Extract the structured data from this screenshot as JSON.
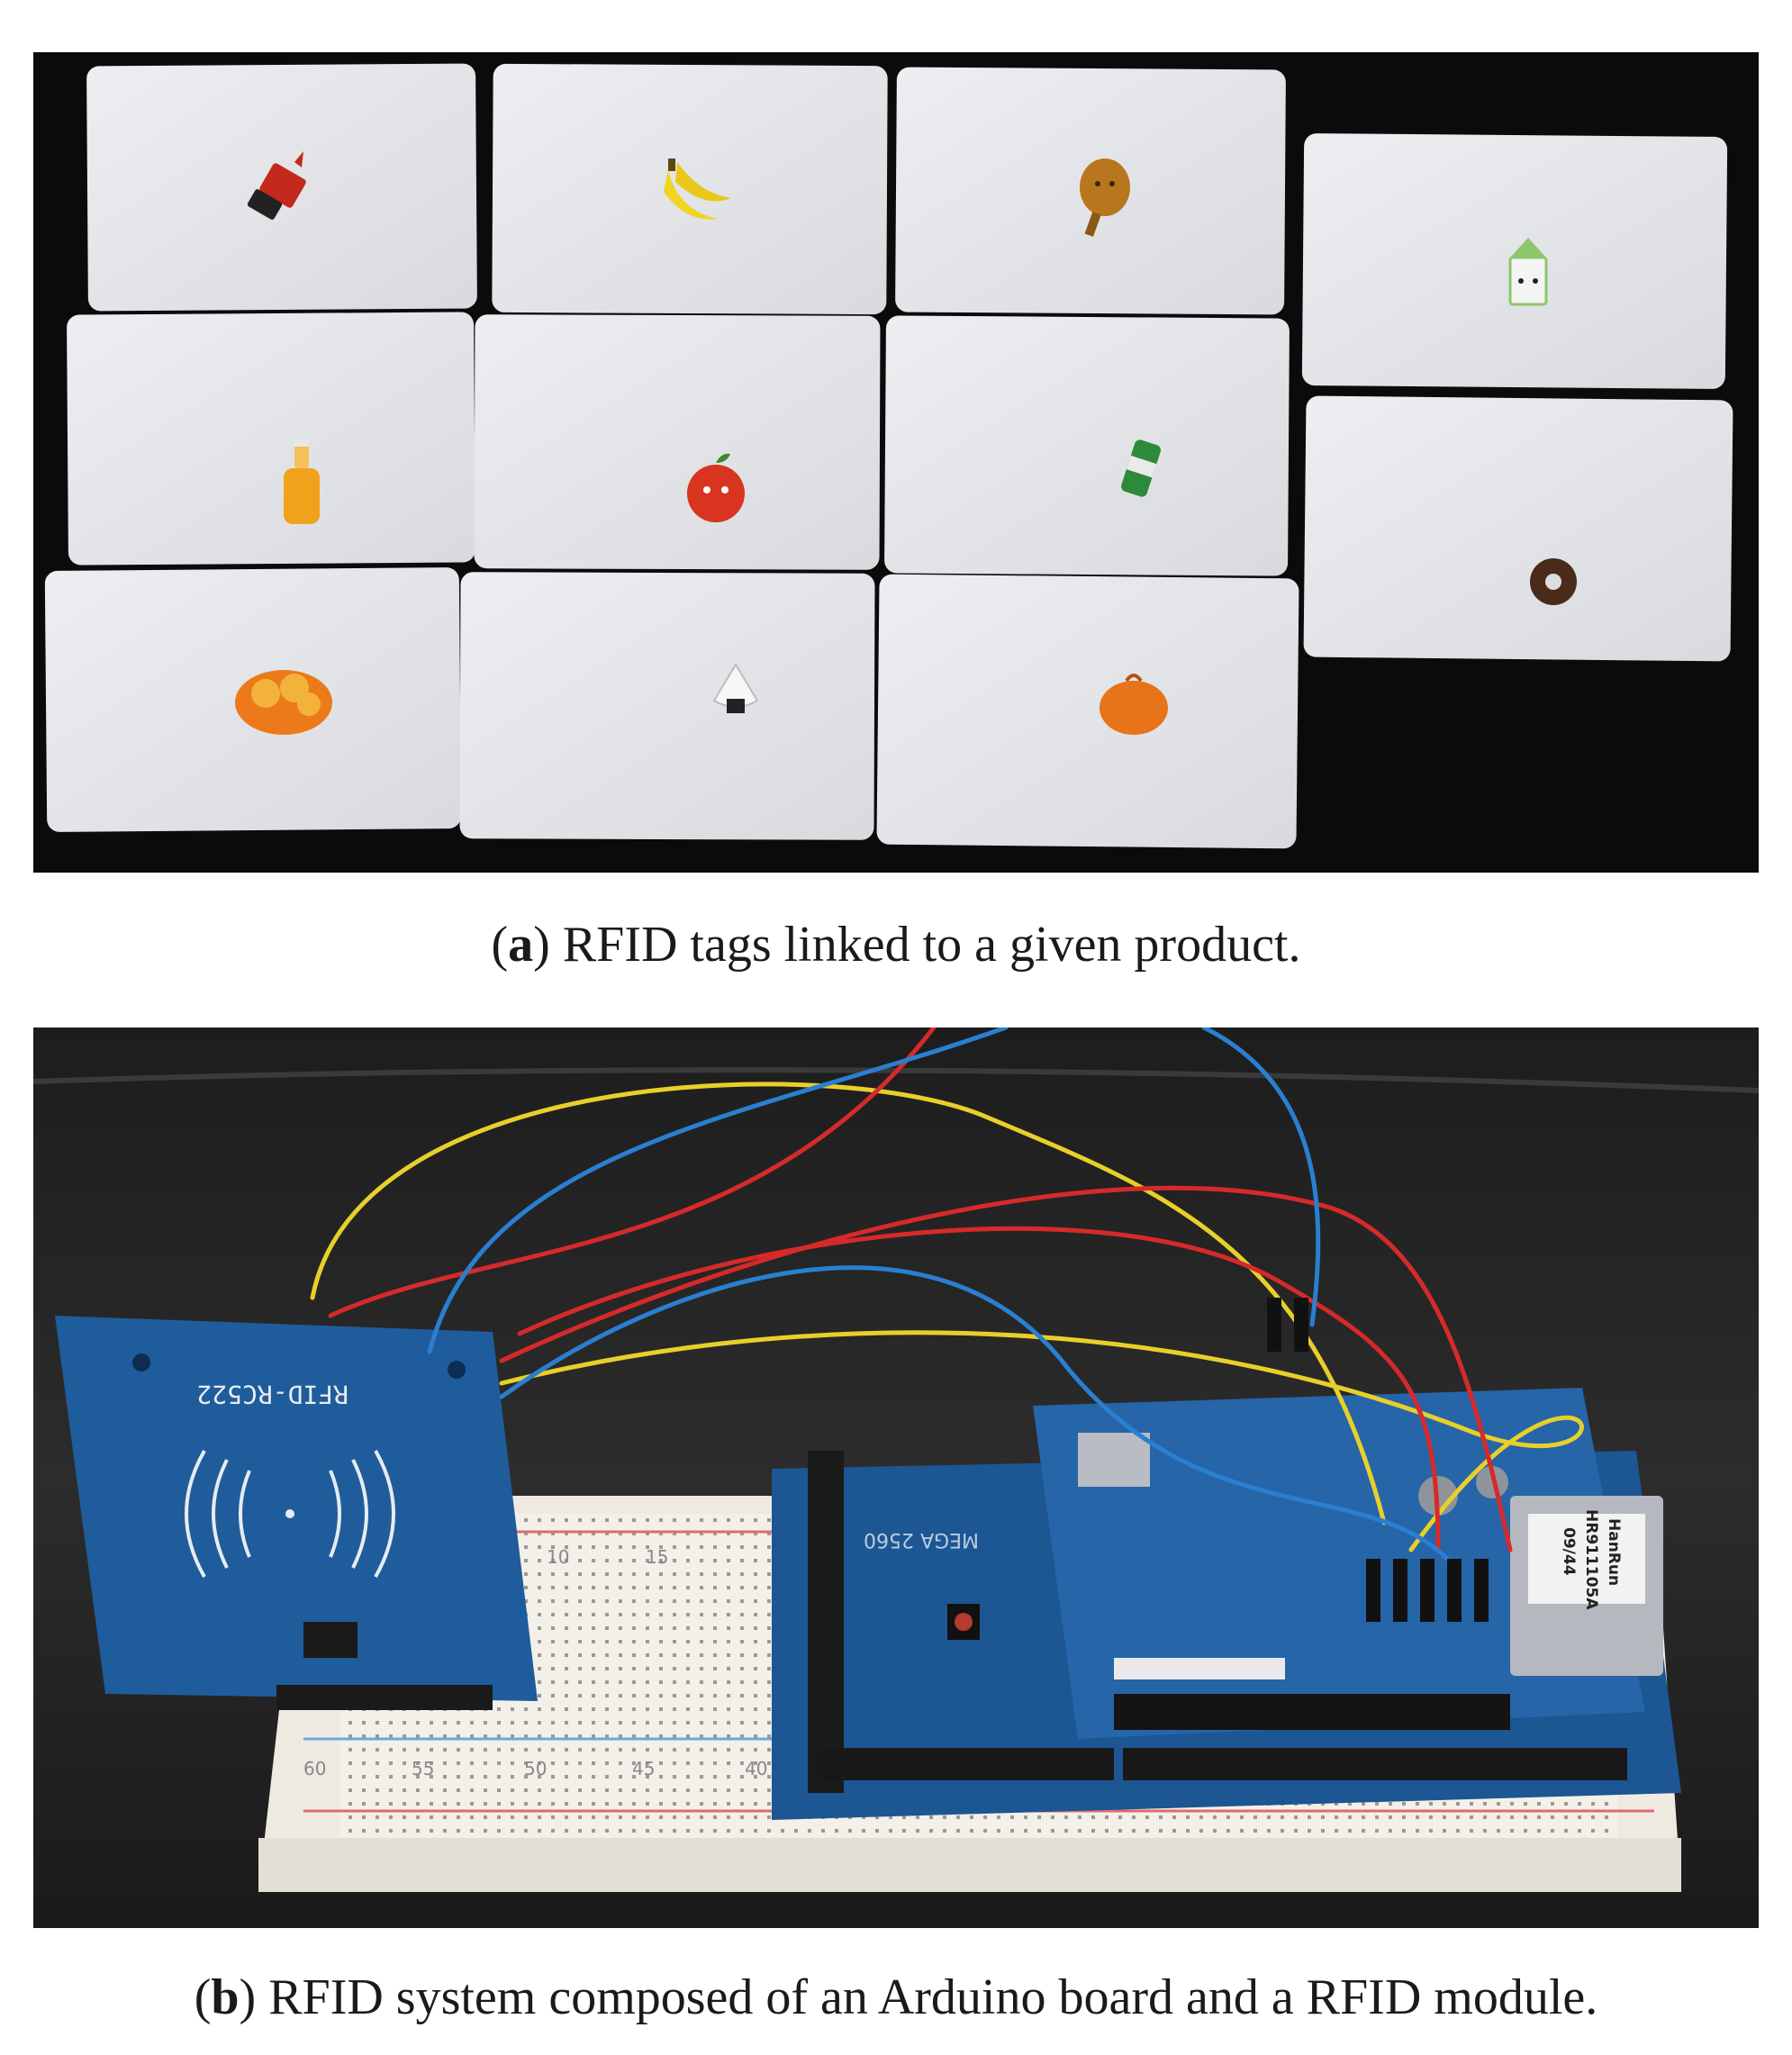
{
  "figure": {
    "panel_a": {
      "caption_label": "a",
      "caption_text": "RFID tags linked to a given product."
    },
    "panel_b": {
      "caption_label": "b",
      "caption_text": "RFID system composed of an Arduino board and a RFID module."
    }
  },
  "board_labels": {
    "rfid_module": "RFID-RC522",
    "mega_board": "MEGA 2560",
    "ethernet_jack_model": "HanRun",
    "ethernet_jack_part": "HR911105A",
    "ethernet_jack_date": "09/44",
    "breadboard_numbers": [
      "10",
      "15",
      "40",
      "45",
      "50",
      "55",
      "60"
    ]
  },
  "colors": {
    "card": "#e4e5e9",
    "wire_red": "#d62a2a",
    "wire_blue": "#2a7fd0",
    "wire_yellow": "#e8cf2a",
    "pcb_blue": "#1e5a9a"
  },
  "cards": [
    {
      "icon": "devil-icon"
    },
    {
      "icon": "banana-icon"
    },
    {
      "icon": "chicken-leg-icon"
    },
    {
      "icon": "milk-carton-icon"
    },
    {
      "icon": "juice-bottle-icon"
    },
    {
      "icon": "apple-icon"
    },
    {
      "icon": "soda-can-icon"
    },
    {
      "icon": "donut-icon"
    },
    {
      "icon": "cookie-icon"
    },
    {
      "icon": "rice-ball-icon"
    },
    {
      "icon": "orange-bun-icon"
    }
  ]
}
